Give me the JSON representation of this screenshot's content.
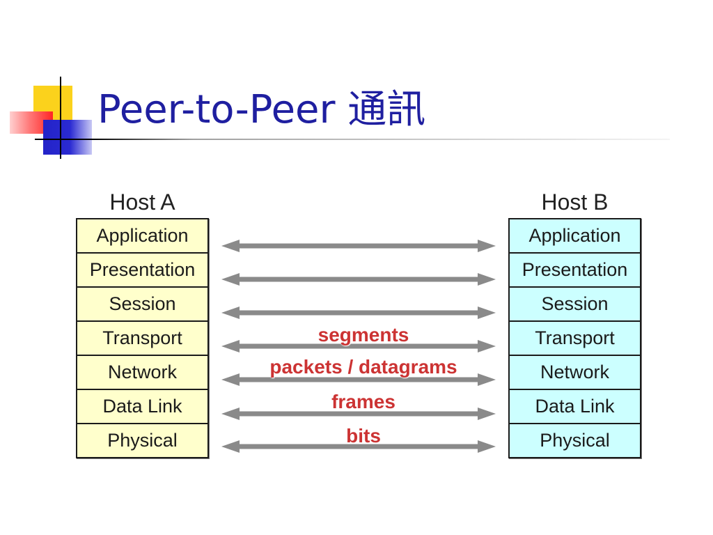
{
  "slide": {
    "title": "Peer-to-Peer 通訊"
  },
  "hosts": [
    {
      "label": "Host A",
      "layers": [
        "Application",
        "Presentation",
        "Session",
        "Transport",
        "Network",
        "Data Link",
        "Physical"
      ]
    },
    {
      "label": "Host B",
      "layers": [
        "Application",
        "Presentation",
        "Session",
        "Transport",
        "Network",
        "Data Link",
        "Physical"
      ]
    }
  ],
  "link_labels": [
    "segments",
    "packets / datagrams",
    "frames",
    "bits"
  ],
  "colors": {
    "title_color": "#1f1fa0",
    "host_a_fill": "#ffffcc",
    "host_b_fill": "#ccffff",
    "border": "#1a1a1a",
    "arrow": "#8a8a8a",
    "link_label": "#cc3333"
  }
}
